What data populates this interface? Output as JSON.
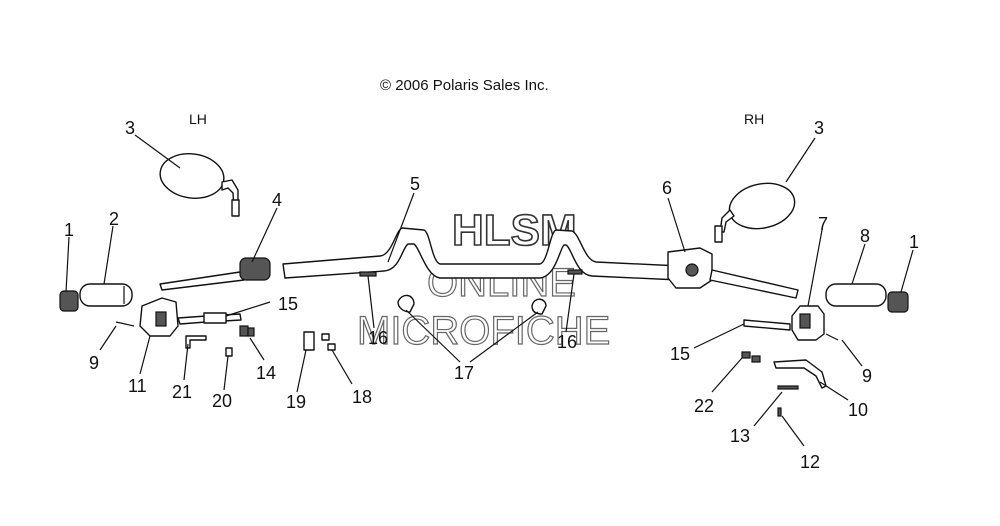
{
  "copyright": "© 2006 Polaris Sales Inc.",
  "sides": {
    "left": "LH",
    "right": "RH"
  },
  "watermark": {
    "line1": "HLSM",
    "line2": "ONLINE",
    "line3": "MICROFICHE"
  },
  "callouts": {
    "c1_left": "1",
    "c2": "2",
    "c3_left": "3",
    "c4": "4",
    "c5": "5",
    "c6": "6",
    "c3_right": "3",
    "c7": "7",
    "c8": "8",
    "c1_right": "1",
    "c9_left": "9",
    "c11": "11",
    "c21": "21",
    "c20": "20",
    "c14": "14",
    "c15_left": "15",
    "c19": "19",
    "c18": "18",
    "c16_left": "16",
    "c17": "17",
    "c16_right": "16",
    "c15_right": "15",
    "c22": "22",
    "c9_right": "9",
    "c10": "10",
    "c13": "13",
    "c12": "12"
  }
}
